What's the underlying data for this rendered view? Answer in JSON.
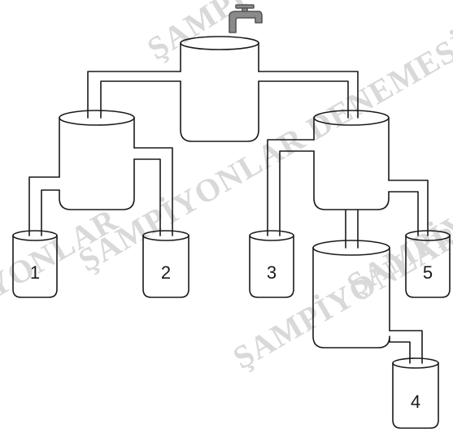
{
  "watermarks": {
    "top": "ŞAMPİYONLAR",
    "middle": "ŞAMPİYONLAR DENEMESİ",
    "left": "ŞAMPİYONLAR",
    "bottom": "ŞAMPİYONLAR",
    "right": "ŞAMPİYONLAR"
  },
  "vessels": [
    {
      "id": "1",
      "label": "1"
    },
    {
      "id": "2",
      "label": "2"
    },
    {
      "id": "3",
      "label": "3"
    },
    {
      "id": "4",
      "label": "4"
    },
    {
      "id": "5",
      "label": "5"
    }
  ],
  "icons": {
    "faucet": "faucet-icon"
  }
}
